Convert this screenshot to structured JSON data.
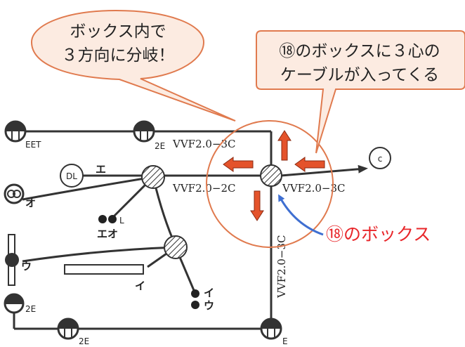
{
  "bubble_left": {
    "line1": "ボックス内で",
    "line2": "３方向に分岐！"
  },
  "bubble_right": {
    "line1": "⑱のボックスに３心の",
    "line2": "ケーブルが入ってくる"
  },
  "callout": {
    "text": "⑱のボックス"
  },
  "cable_labels": {
    "top": "VVF2.0−3C",
    "middle_left": "VVF2.0−2C",
    "middle_right": "VVF2.0−3C",
    "vertical": "VVF2.0−3C"
  },
  "fixture_labels": {
    "eet": "EET",
    "top_2e": "2E",
    "left_2e": "2E",
    "bottom_2e": "2E",
    "bottom_right_e": "E",
    "dl": "DL",
    "c": "c",
    "e_top": "エ",
    "o_left": "オ",
    "eo": "エオ",
    "l": "L",
    "u_left": "ウ",
    "i_mid": "イ",
    "i_right": "イ",
    "u_right": "ウ"
  },
  "colors": {
    "bubble_fill": "#fcebe1",
    "bubble_stroke": "#e07a4e",
    "arrow_fill": "#e4532b",
    "callout_text": "#e8262a",
    "callout_arrow": "#3f6fd1",
    "wire": "#333333"
  }
}
